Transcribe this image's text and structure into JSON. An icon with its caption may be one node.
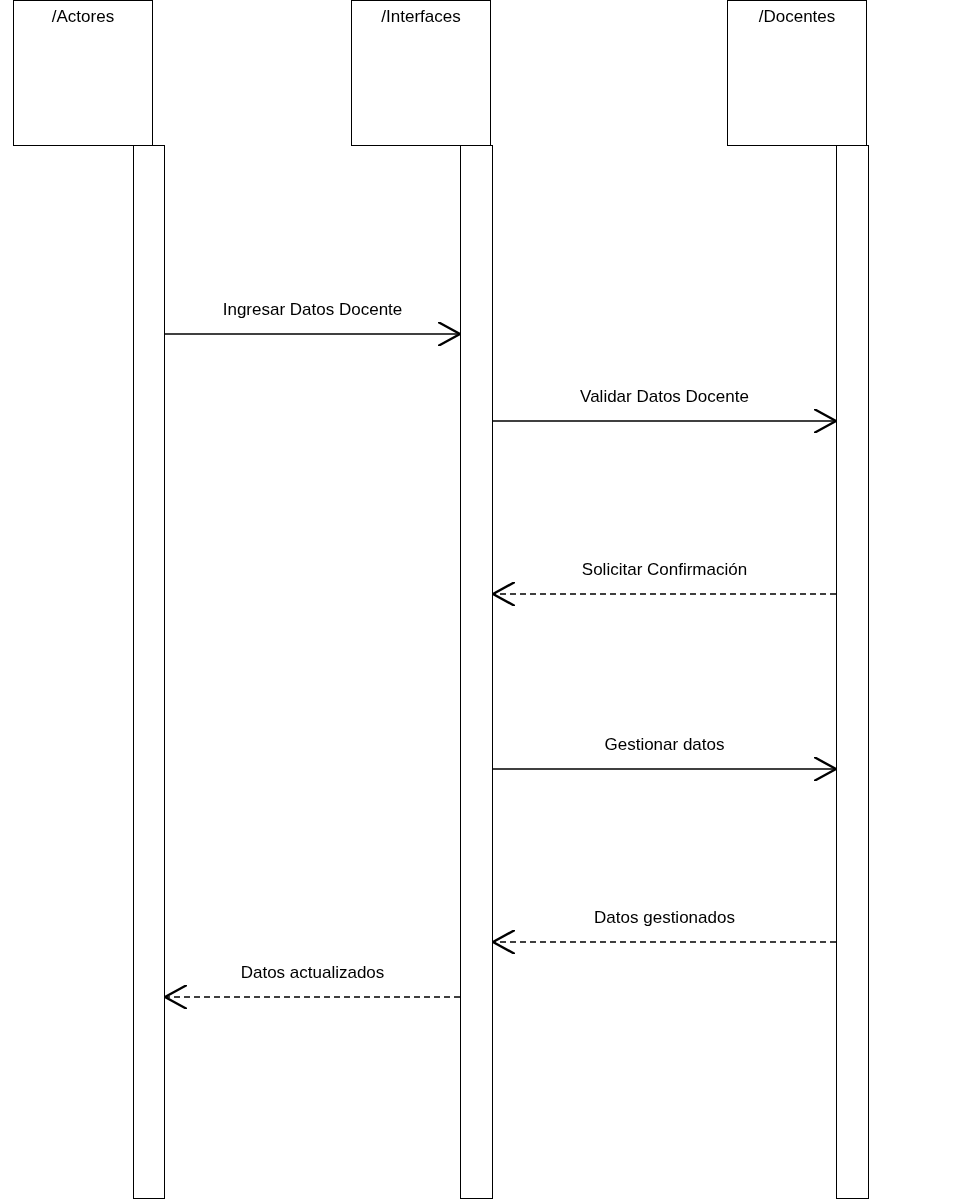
{
  "diagram": {
    "nodes": [
      {
        "text": [
          "/Actores"
        ]
      },
      {
        "text": [
          "/Interfaces"
        ]
      },
      {
        "text": [
          "/Docentes"
        ]
      },
      {
        "text": [],
        "shape": "bar"
      },
      {
        "text": [],
        "shape": "bar"
      },
      {
        "text": [],
        "shape": "bar"
      }
    ],
    "edges": [
      {
        "from": 3,
        "to": 4,
        "arrow": "to",
        "label": "Ingresar Datos Docente"
      },
      {
        "from": 4,
        "to": 5,
        "arrow": "to",
        "label": "Validar Datos Docente"
      },
      {
        "from": 5,
        "to": 4,
        "arrow": "to",
        "label": "Solicitar Confirmación",
        "style": "dashed"
      },
      {
        "from": 4,
        "to": 5,
        "arrow": "to",
        "label": "Gestionar datos"
      },
      {
        "from": 5,
        "to": 4,
        "arrow": "to",
        "label": "Datos gestionados",
        "style": "dashed"
      },
      {
        "from": 4,
        "to": 3,
        "arrow": "to",
        "label": "Datos actualizados",
        "style": "dashed"
      }
    ]
  }
}
